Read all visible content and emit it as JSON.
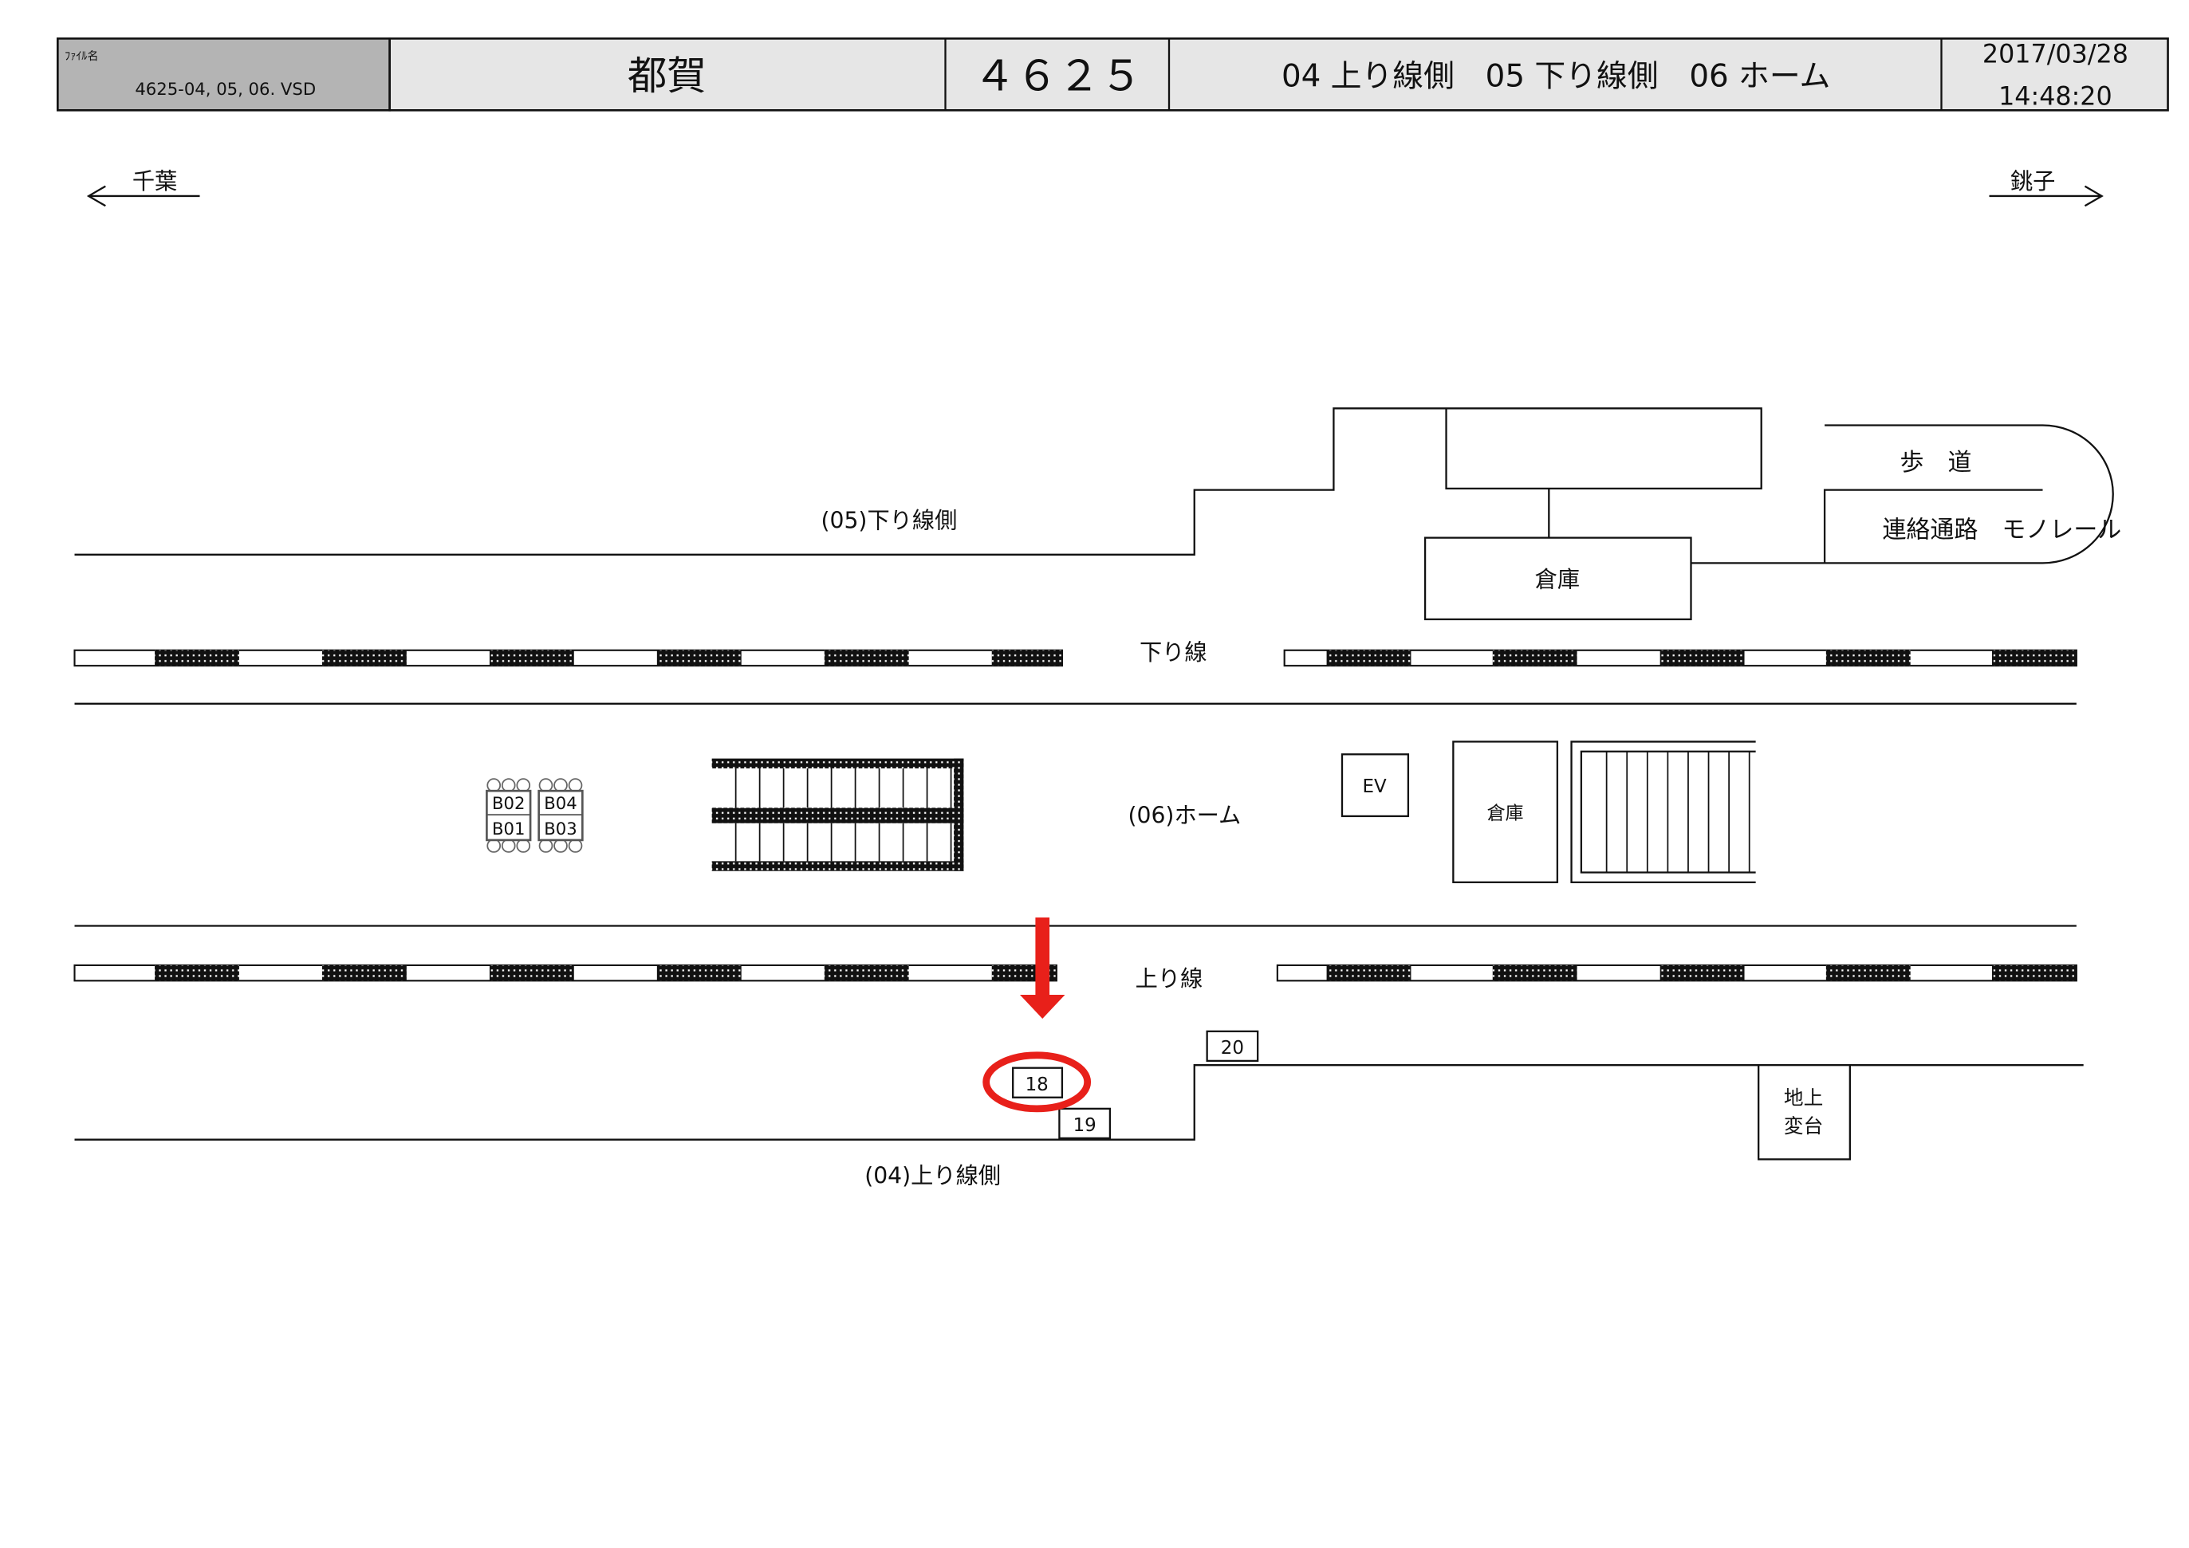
{
  "header": {
    "file_label": "ﾌｧｲﾙ名",
    "file_name": "4625-04, 05, 06. VSD",
    "station_name": "都賀",
    "station_code": "４６２５",
    "areas": "04 上り線側　05 下り線側　06 ホーム",
    "date": "2017/03/28",
    "time": "14:48:20"
  },
  "directions": {
    "left": "千葉",
    "right": "銚子"
  },
  "labels": {
    "down_side": "(05)下り線側",
    "down_track": "下り線",
    "platform": "(06)ホーム",
    "up_track": "上り線",
    "up_side": "(04)上り線側",
    "sidewalk": "歩　道",
    "monorail": "連絡通路　モノレール",
    "warehouse_top": "倉庫",
    "warehouse_platform": "倉庫",
    "ev": "EV",
    "ground_transformer_1": "地上",
    "ground_transformer_2": "変台"
  },
  "benches": [
    "B02",
    "B04",
    "B01",
    "B03"
  ],
  "signs": [
    {
      "id": "18",
      "highlighted": true
    },
    {
      "id": "19",
      "highlighted": false
    },
    {
      "id": "20",
      "highlighted": false
    }
  ],
  "colors": {
    "highlight": "#e8201a",
    "header_bg": "#e6e6e6",
    "file_bg": "#b4b4b4"
  }
}
